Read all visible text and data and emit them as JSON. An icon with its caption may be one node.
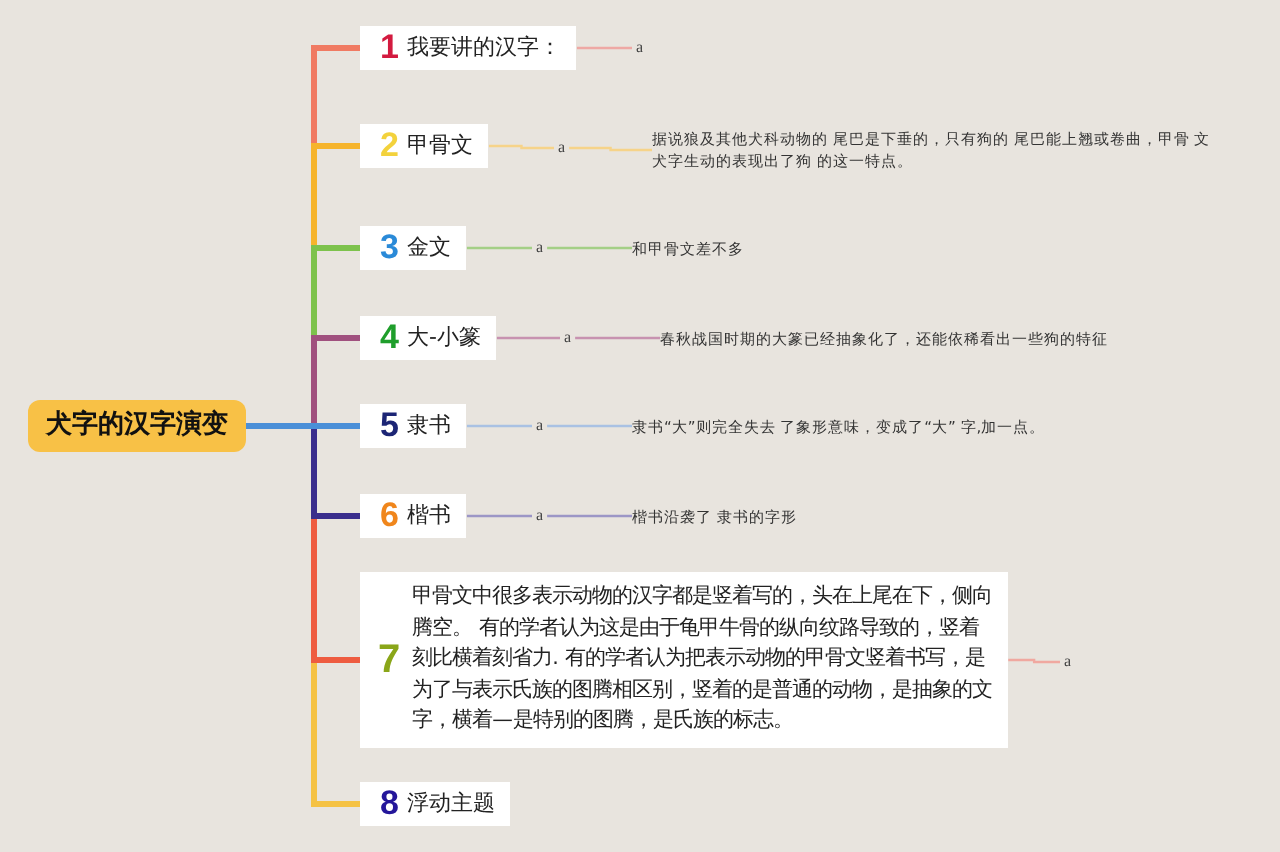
{
  "diagram": {
    "nodes": [
      {
        "text": [
          "犬字的汉字演变"
        ]
      },
      {
        "text": [
          "1",
          "我要讲的汉字："
        ]
      },
      {
        "text": [
          "a"
        ]
      },
      {
        "text": [
          "2",
          "甲骨文"
        ]
      },
      {
        "text": [
          "a"
        ]
      },
      {
        "text": [
          "据说狼及其他犬科动物的 尾巴是下垂的，只有狗的 尾巴能上翘或卷曲，甲骨 文犬字生动的表现出了狗 的这一特点。"
        ]
      },
      {
        "text": [
          "3",
          "金文"
        ]
      },
      {
        "text": [
          "a"
        ]
      },
      {
        "text": [
          "和甲骨文差不多"
        ]
      },
      {
        "text": [
          "4",
          "大-小篆"
        ]
      },
      {
        "text": [
          "a"
        ]
      },
      {
        "text": [
          "春秋战国时期的大篆已经抽象化了，还能依稀看出一些狗的特征"
        ]
      },
      {
        "text": [
          "5",
          "隶书"
        ]
      },
      {
        "text": [
          "a"
        ]
      },
      {
        "text": [
          "隶书“大”则完全失去 了象形意味，变成了“大” 字,加一点。"
        ]
      },
      {
        "text": [
          "6",
          "楷书"
        ]
      },
      {
        "text": [
          "a"
        ]
      },
      {
        "text": [
          "楷书沿袭了 隶书的字形"
        ]
      },
      {
        "text": [
          "7",
          "甲骨文中很多表示动物的汉字都是竖着写的，头在上尾在下，侧向腾空。 有的学者认为这是由于龟甲牛骨的纵向纹路导致的，竖着刻比横着刻省力. 有的学者认为把表示动物的甲骨文竖着书写，是为了与表示氏族的图腾相区别，竖着的是普通的动物，是抽象的文字，横着—是特别的图腾，是氏族的标志。"
        ]
      },
      {
        "text": [
          "a"
        ]
      },
      {
        "text": [
          "8",
          "浮动主题"
        ]
      }
    ],
    "edges": [
      {
        "from": 0,
        "to": 1,
        "arrow": "none",
        "style": "thick",
        "color": "#f07a62"
      },
      {
        "from": 0,
        "to": 3,
        "arrow": "none",
        "style": "thick",
        "color": "#f6b42c"
      },
      {
        "from": 0,
        "to": 6,
        "arrow": "none",
        "style": "thick",
        "color": "#7dc24c"
      },
      {
        "from": 0,
        "to": 9,
        "arrow": "none",
        "style": "thick",
        "color": "#a0507e"
      },
      {
        "from": 0,
        "to": 12,
        "arrow": "none",
        "style": "thick",
        "color": "#4a8fd8"
      },
      {
        "from": 0,
        "to": 15,
        "arrow": "none",
        "style": "thick",
        "color": "#3a2d8c"
      },
      {
        "from": 0,
        "to": 18,
        "arrow": "none",
        "style": "thick",
        "color": "#ee5c40"
      },
      {
        "from": 0,
        "to": 20,
        "arrow": "none",
        "style": "thick",
        "color": "#f5c244"
      },
      {
        "from": 1,
        "to": 2,
        "arrow": "none",
        "color": "#eea8a4"
      },
      {
        "from": 3,
        "to": 4,
        "arrow": "none",
        "color": "#f6d389"
      },
      {
        "from": 4,
        "to": 5,
        "arrow": "none",
        "color": "#f6d389"
      },
      {
        "from": 6,
        "to": 7,
        "arrow": "none",
        "color": "#a4cf86"
      },
      {
        "from": 7,
        "to": 8,
        "arrow": "none",
        "color": "#a4cf86"
      },
      {
        "from": 9,
        "to": 10,
        "arrow": "none",
        "color": "#c792b0"
      },
      {
        "from": 10,
        "to": 11,
        "arrow": "none",
        "color": "#c792b0"
      },
      {
        "from": 12,
        "to": 13,
        "arrow": "none",
        "color": "#a9c1e3"
      },
      {
        "from": 13,
        "to": 14,
        "arrow": "none",
        "color": "#a9c1e3"
      },
      {
        "from": 15,
        "to": 16,
        "arrow": "none",
        "color": "#9c96c6"
      },
      {
        "from": 16,
        "to": 17,
        "arrow": "none",
        "color": "#9c96c6"
      },
      {
        "from": 18,
        "to": 19,
        "arrow": "none",
        "color": "#f0a8a0"
      }
    ]
  }
}
